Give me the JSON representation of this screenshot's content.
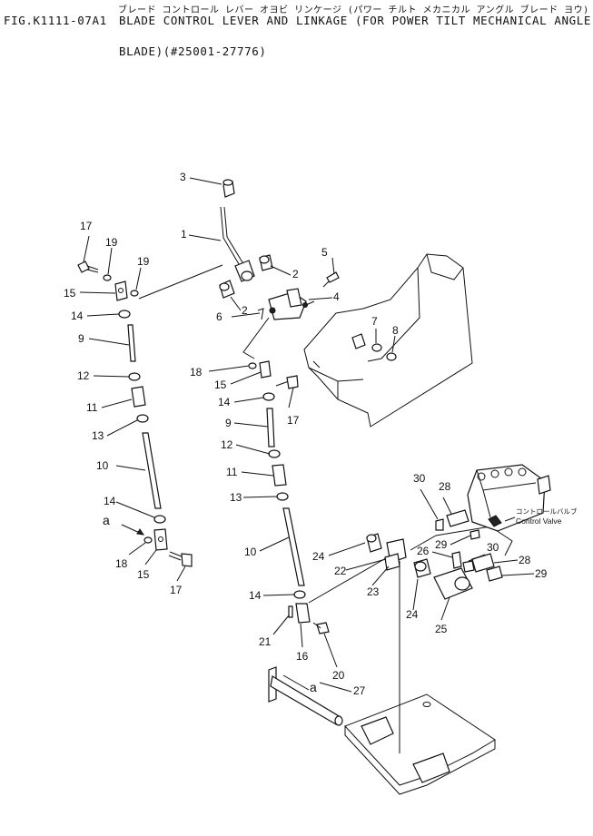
{
  "header": {
    "japanese_title": "ブレード コントロール レバー オヨビ リンケージ (パワー チルト メカニカル アングル ブレード ヨウ)",
    "figure_id": "FIG.K1111-07A1",
    "title_line1": "BLADE CONTROL LEVER AND LINKAGE (FOR POWER TILT MECHANICAL ANGLE",
    "title_line2": "BLADE)(#25001-27776)"
  },
  "callouts": {
    "c1": "1",
    "c2a": "2",
    "c2b": "2",
    "c3": "3",
    "c4": "4",
    "c5": "5",
    "c6": "6",
    "c7": "7",
    "c8": "8",
    "c9a": "9",
    "c9b": "9",
    "c10a": "10",
    "c10b": "10",
    "c11a": "11",
    "c11b": "11",
    "c12a": "12",
    "c12b": "12",
    "c13a": "13",
    "c13b": "13",
    "c14a": "14",
    "c14b": "14",
    "c14c": "14",
    "c14d": "14",
    "c15a": "15",
    "c15b": "15",
    "c15c": "15",
    "c16": "16",
    "c17a": "17",
    "c17b": "17",
    "c17c": "17",
    "c18a": "18",
    "c18b": "18",
    "c19a": "19",
    "c19b": "19",
    "c20": "20",
    "c21": "21",
    "c22": "22",
    "c23": "23",
    "c24a": "24",
    "c24b": "24",
    "c25": "25",
    "c26": "26",
    "c27": "27",
    "c28a": "28",
    "c28b": "28",
    "c29a": "29",
    "c29b": "29",
    "c30a": "30",
    "c30b": "30",
    "ref_a1": "a",
    "ref_a2": "a"
  },
  "valve_label": {
    "japanese": "コントロールバルブ",
    "english": "Control Valve"
  }
}
